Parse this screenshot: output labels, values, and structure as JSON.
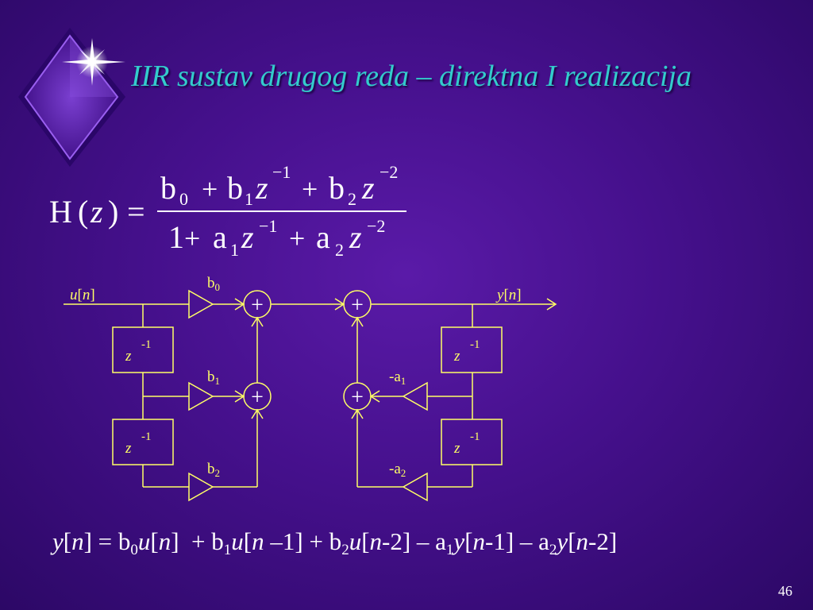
{
  "title": "IIR sustav drugog reda – direktna I realizacija",
  "transfer_function": {
    "lhs": {
      "H": "H",
      "open": "(",
      "z": "z",
      "close": ")",
      "eq": "="
    },
    "numerator": {
      "b": "b",
      "i0": "0",
      "i1": "1",
      "i2": "2",
      "plus": "+",
      "z": "z",
      "e1": "−1",
      "e2": "−2"
    },
    "denominator": {
      "one": "1",
      "a": "a",
      "i1": "1",
      "i2": "2",
      "plus": "+",
      "z": "z",
      "e1": "−1",
      "e2": "−2"
    }
  },
  "diagram": {
    "input_label": {
      "var": "u",
      "lb": "[",
      "n": "n",
      "rb": "]"
    },
    "output_label": {
      "var": "y",
      "lb": "[",
      "n": "n",
      "rb": "]"
    },
    "delay": {
      "z": "z",
      "exp": "-1"
    },
    "adder_symbol": "+",
    "gains": [
      {
        "pre": "b",
        "sub": "0"
      },
      {
        "pre": "b",
        "sub": "1"
      },
      {
        "pre": "b",
        "sub": "2"
      },
      {
        "pre": "-a",
        "sub": "1"
      },
      {
        "pre": "-a",
        "sub": "2"
      }
    ]
  },
  "difference_equation": {
    "p1": "y",
    "p2": "[",
    "p3": "n",
    "p4": "] = b",
    "p5": "0",
    "p6": "u",
    "p7": "[",
    "p8": "n",
    "p9": "]  + b",
    "p10": "1",
    "p11": "u",
    "p12": "[",
    "p13": "n",
    "p14": " –1] + b",
    "p15": "2",
    "p16": "u",
    "p17": "[",
    "p18": "n",
    "p19": "-2] – a",
    "p20": "1",
    "p21": "y",
    "p22": "[",
    "p23": "n",
    "p24": "-1] – a",
    "p25": "2",
    "p26": "y",
    "p27": "[",
    "p28": "n",
    "p29": "-2]"
  },
  "page_number": "46",
  "colors": {
    "title": "#33cccc",
    "diagram": "#ffff66",
    "background": "#45108c"
  },
  "icons": [
    "diamond-star-logo-icon"
  ]
}
